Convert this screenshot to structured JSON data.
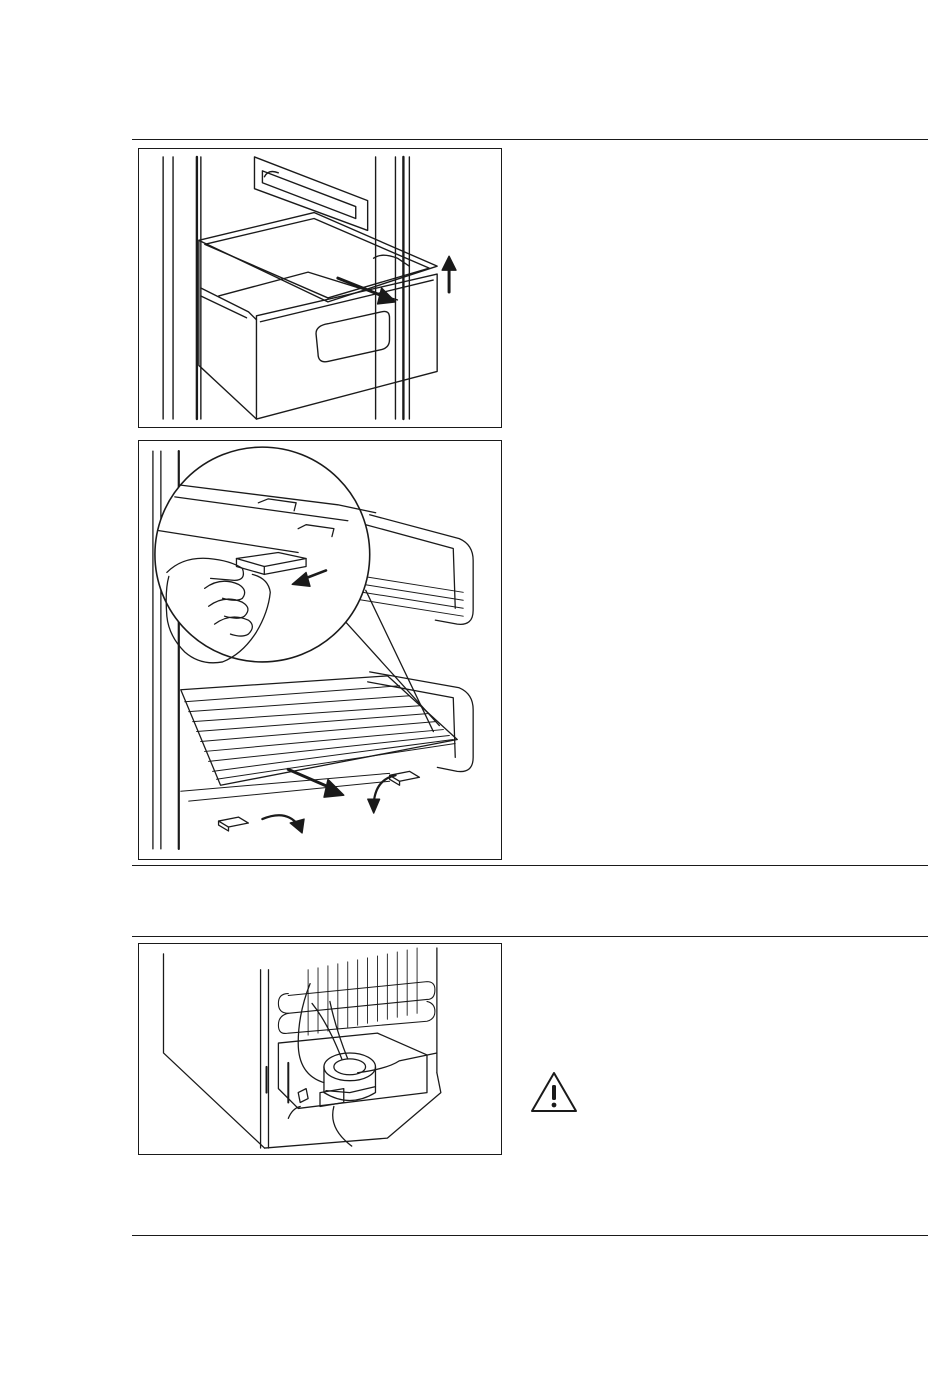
{
  "page": {
    "figures": [
      {
        "name": "drawer-removal-illustration"
      },
      {
        "name": "glass-shelf-removal-illustration"
      },
      {
        "name": "compressor-rear-illustration"
      }
    ],
    "icons": {
      "warning": "warning-triangle-icon"
    }
  }
}
